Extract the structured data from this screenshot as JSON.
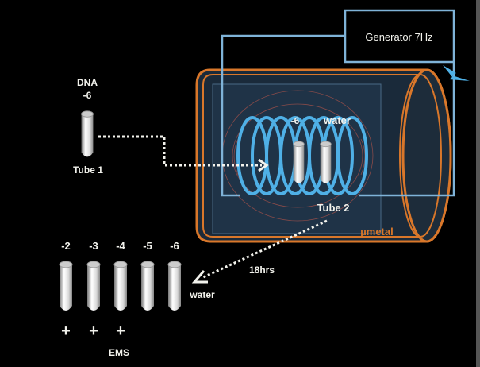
{
  "generator": {
    "label": "Generator 7Hz"
  },
  "tube1": {
    "title": "DNA",
    "dilution": "-6",
    "label": "Tube 1"
  },
  "chamber": {
    "dilution": "-6",
    "content": "water",
    "tube_label": "Tube 2",
    "shield_label": "µmetal"
  },
  "incubation": {
    "label": "18hrs"
  },
  "dilution_series": {
    "tubes": [
      {
        "label": "-2",
        "ems": "+"
      },
      {
        "label": "-3",
        "ems": "+"
      },
      {
        "label": "-4",
        "ems": "+"
      },
      {
        "label": "-5",
        "ems": ""
      },
      {
        "label": "-6",
        "ems": ""
      }
    ],
    "content": "water",
    "ems_label": "EMS"
  },
  "colors": {
    "wire": "#7fb3d8",
    "coil": "#4fb0e6",
    "shield": "#d9772a",
    "background": "#000000",
    "text": "#f2f2ec"
  }
}
